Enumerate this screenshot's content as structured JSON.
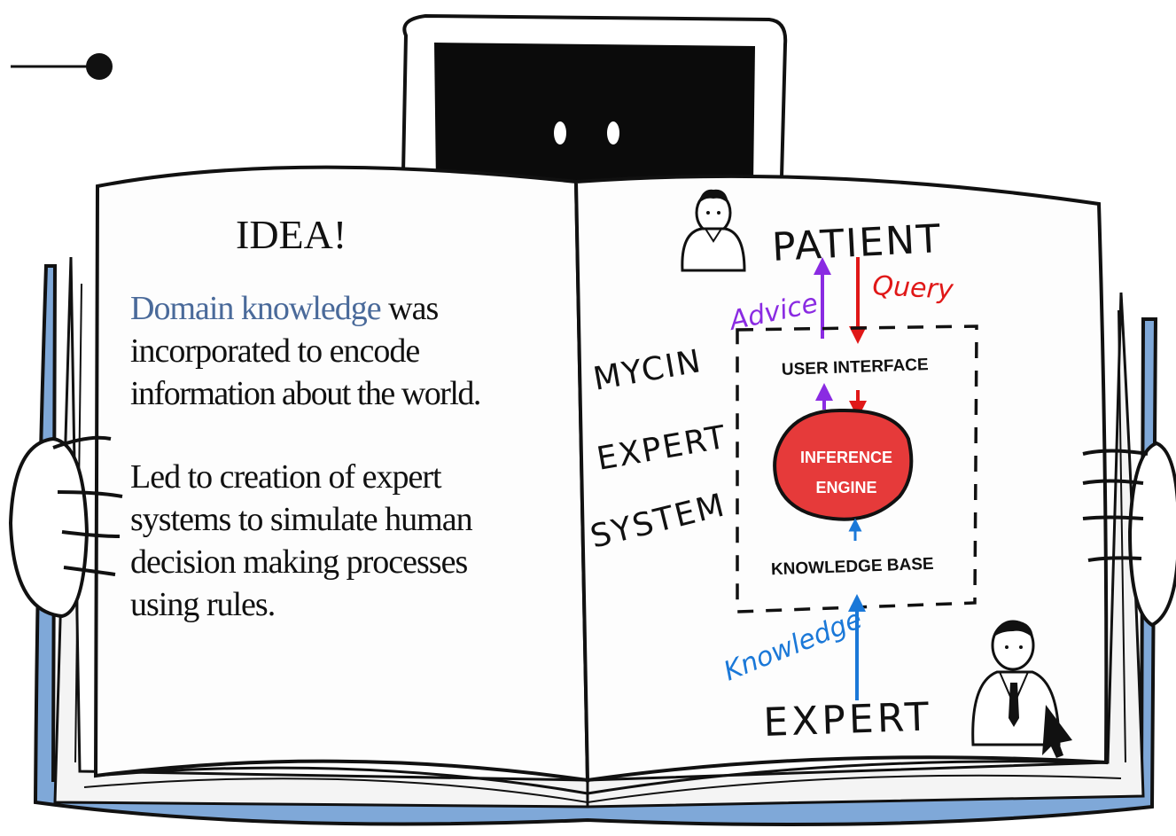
{
  "page": {
    "title": "IDEA!",
    "paragraph1": {
      "highlight": "Domain knowledge",
      "rest": " was",
      "line2": "incorporated to encode",
      "line3": "information about the world."
    },
    "paragraph2": {
      "line1": "Led to creation of expert",
      "line2": "systems to simulate human",
      "line3": "decision making processes",
      "line4": "using rules."
    }
  },
  "diagram": {
    "patient": "PATIENT",
    "advice": "Advice",
    "query": "Query",
    "system_name": [
      "MYCIN",
      "EXPERT",
      "SYSTEM"
    ],
    "user_interface": "USER INTERFACE",
    "inference_engine": [
      "INFERENCE",
      "ENGINE"
    ],
    "knowledge_base": "KNOWLEDGE BASE",
    "knowledge": "Knowledge",
    "expert": "EXPERT"
  },
  "colors": {
    "highlight": "#4a6a9a",
    "advice": "#8a2be2",
    "query": "#e01818",
    "knowledge": "#1a78d8",
    "engine_fill": "#e63a3a",
    "book_blue": "#7fa8d8",
    "outline": "#111111"
  }
}
